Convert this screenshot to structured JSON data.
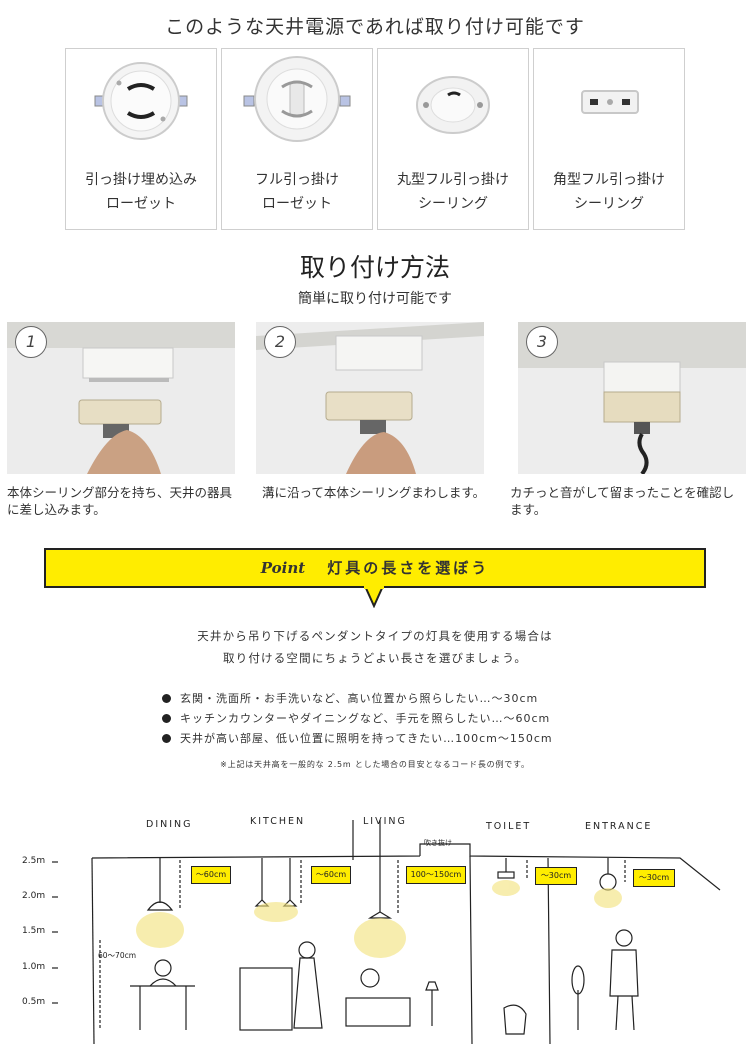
{
  "header": {
    "title": "このような天井電源であれば取り付け可能です"
  },
  "tiles": [
    {
      "line1": "引っ掛け埋め込み",
      "line2": "ローゼット"
    },
    {
      "line1": "フル引っ掛け",
      "line2": "ローゼット"
    },
    {
      "line1": "丸型フル引っ掛け",
      "line2": "シーリング"
    },
    {
      "line1": "角型フル引っ掛け",
      "line2": "シーリング"
    }
  ],
  "method": {
    "title": "取り付け方法",
    "subtitle": "簡単に取り付け可能です"
  },
  "steps": [
    {
      "num": "1",
      "caption": "本体シーリング部分を持ち、天井の器具に差し込みます。"
    },
    {
      "num": "2",
      "caption": "溝に沿って本体シーリングまわします。"
    },
    {
      "num": "3",
      "caption": "カチっと音がして留まったことを確認します。"
    }
  ],
  "point": {
    "label": "Point",
    "title": "灯具の長さを選ぼう"
  },
  "intro": {
    "line1": "天井から吊り下げるペンダントタイプの灯具を使用する場合は",
    "line2": "取り付ける空間にちょうどよい長さを選びましょう。"
  },
  "bullets": [
    "玄関・洗面所・お手洗いなど、高い位置から照らしたい…〜30cm",
    "キッチンカウンターやダイニングなど、手元を照らしたい…〜60cm",
    "天井が高い部屋、低い位置に照明を持ってきたい…100cm〜150cm"
  ],
  "note": "※上記は天井高を一般的な 2.5m とした場合の目安となるコード長の例です。",
  "illustration": {
    "rooms": [
      "DINING",
      "KITCHEN",
      "LIVING",
      "TOILET",
      "ENTRANCE"
    ],
    "fukinuke": "吹き抜け",
    "heights": [
      "2.5m",
      "2.0m",
      "1.5m",
      "1.0m",
      "0.5m"
    ],
    "tags": [
      "〜60cm",
      "〜60cm",
      "100〜150cm",
      "〜30cm",
      "〜30cm"
    ],
    "table_height": "60〜70cm"
  },
  "colors": {
    "accent": "#ffed00",
    "ink": "#222222",
    "glow": "#f3e27a"
  }
}
